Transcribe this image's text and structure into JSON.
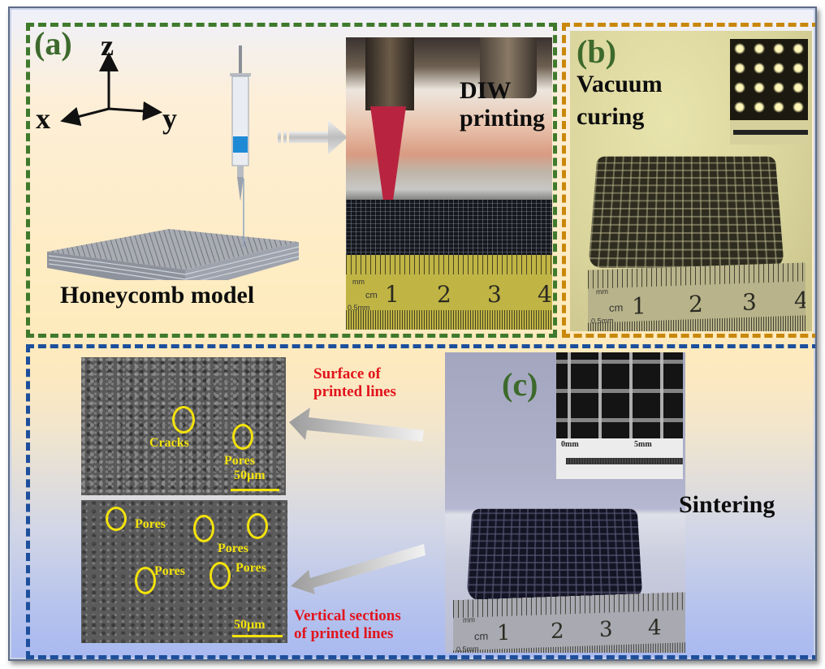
{
  "panel_a": {
    "label": "(a)",
    "axes": {
      "z": "z",
      "x": "x",
      "y": "y"
    },
    "model_caption": "Honeycomb model",
    "photo_caption_line1": "DIW",
    "photo_caption_line2": "printing",
    "ruler": {
      "mm": "mm",
      "cm": "cm",
      "half_mm": "0.5mm",
      "numbers": [
        "1",
        "2",
        "3",
        "4"
      ]
    }
  },
  "panel_b": {
    "label": "(b)",
    "caption_line1": "Vacuum",
    "caption_line2": "curing",
    "ruler": {
      "mm": "mm",
      "cm": "cm",
      "half_mm": "0.5mm",
      "numbers": [
        "1",
        "2",
        "3",
        "4"
      ]
    }
  },
  "panel_c": {
    "label": "(c)",
    "stage_caption": "Sintering",
    "surface_caption_line1": "Surface of",
    "surface_caption_line2": "printed lines",
    "vertical_caption_line1": "Vertical sections",
    "vertical_caption_line2": "of printed lines",
    "sem_top": {
      "cracks": "Cracks",
      "pores": "Pores",
      "scale": "50µm"
    },
    "sem_bottom": {
      "pores": [
        "Pores",
        "Pores",
        "Pores",
        "Pores"
      ],
      "scale": "50µm"
    },
    "inset_scale": {
      "start": "0mm",
      "mid": "5mm"
    },
    "ruler": {
      "mm": "mm",
      "cm": "cm",
      "half_mm": "0.5mm",
      "numbers": [
        "1",
        "2",
        "3",
        "4"
      ]
    }
  },
  "colors": {
    "panel_a_border": "#3f7a2c",
    "panel_b_border": "#c9880b",
    "panel_c_border": "#1d4f9c",
    "label_green": "#3d6a2c",
    "annotation_red": "#e1141c",
    "annotation_yellow": "#f3e20c"
  }
}
